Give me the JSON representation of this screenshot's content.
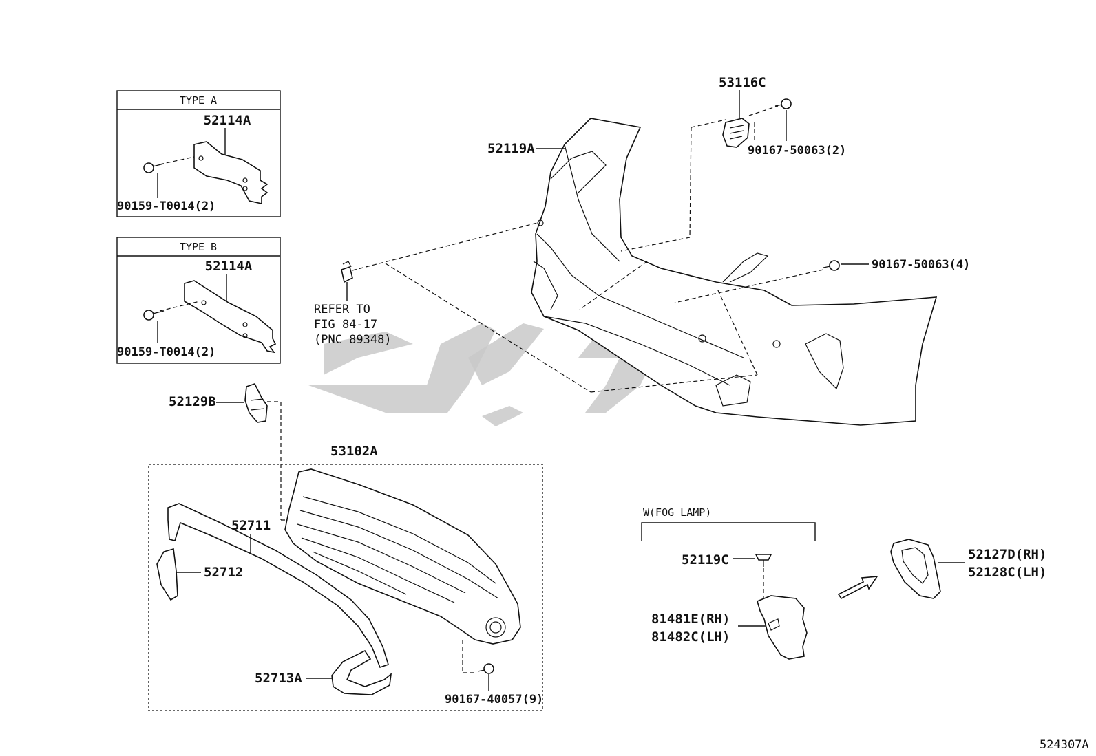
{
  "type_a": {
    "header": "TYPE  A",
    "part": "52114A",
    "bolt": "90159-T0014(2)"
  },
  "type_b": {
    "header": "TYPE  B",
    "part": "52114A",
    "bolt": "90159-T0014(2)"
  },
  "bumper": {
    "cover": "52119A",
    "bracket": "53116C",
    "bracket_screw": "90167-50063(2)",
    "cover_screw": "90167-50063(4)",
    "refer_line1": "REFER TO",
    "refer_line2": "FIG 84-17",
    "refer_line3": "(PNC 89348)"
  },
  "grille": {
    "retainer": "52129B",
    "assembly": "53102A",
    "molding": "52711",
    "side_molding": "52712",
    "lower_molding": "52713A",
    "screw": "90167-40057(9)"
  },
  "fog_lamp": {
    "header": "W(FOG LAMP)",
    "clip": "52119C",
    "cover_rh": "81481E(RH)",
    "cover_lh": "81482C(LH)",
    "bezel_rh": "52127D(RH)",
    "bezel_lh": "52128C(LH)"
  },
  "figure_id": "524307A",
  "watermark_color": "#c9c9c9"
}
